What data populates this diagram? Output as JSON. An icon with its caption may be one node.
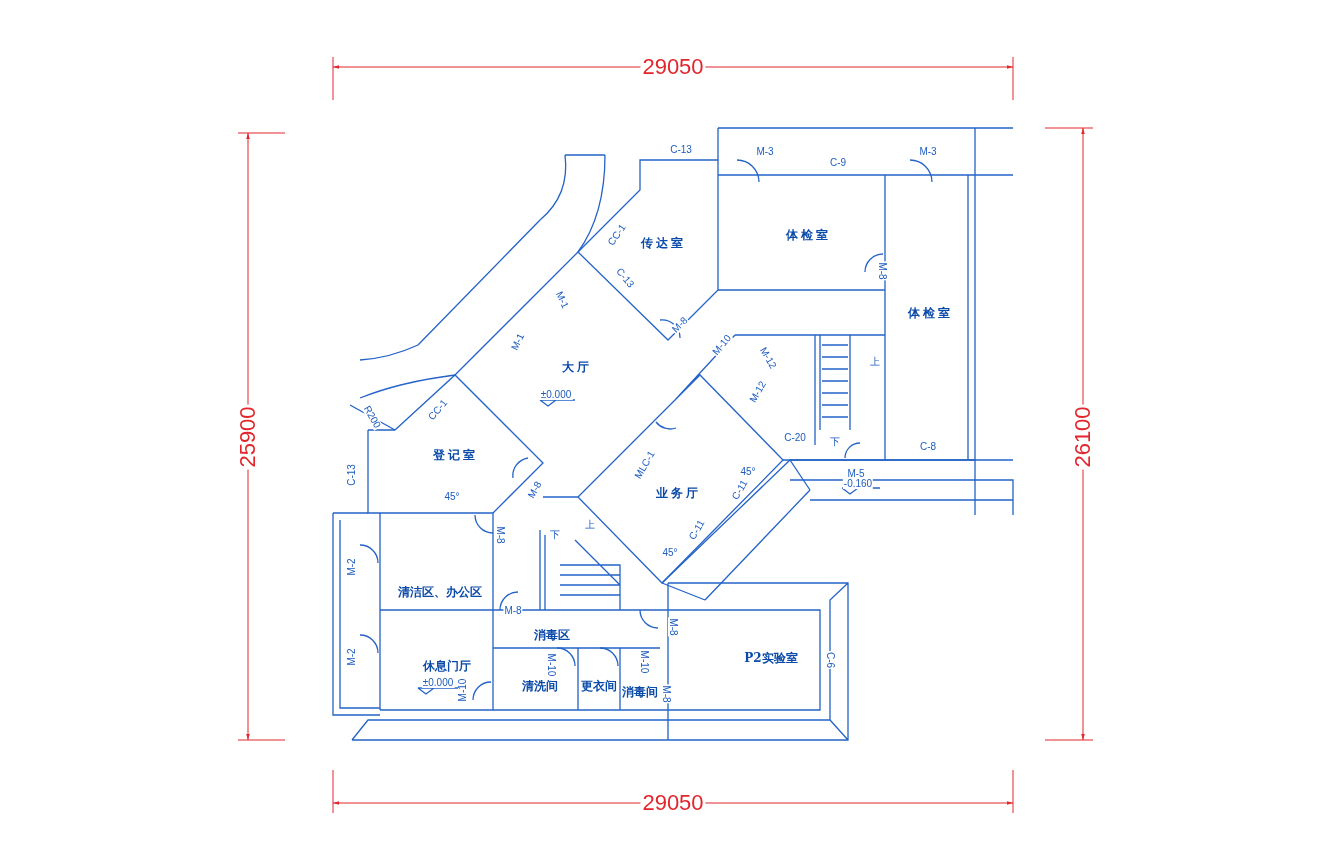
{
  "diagram": {
    "nodes": [
      {
        "text": [
          "传达室"
        ]
      },
      {
        "text": [
          "体检室"
        ]
      },
      {
        "text": [
          "体检室"
        ]
      },
      {
        "text": [
          "大厅"
        ]
      },
      {
        "text": [
          "登记室"
        ]
      },
      {
        "text": [
          "业务厅"
        ]
      },
      {
        "text": [
          "清洁区、办公区"
        ]
      },
      {
        "text": [
          "消毒区"
        ]
      },
      {
        "text": [
          "P2实验室"
        ]
      },
      {
        "text": [
          "休息门厅"
        ]
      },
      {
        "text": [
          "清洗间"
        ]
      },
      {
        "text": [
          "更衣间"
        ]
      },
      {
        "text": [
          "消毒间"
        ]
      }
    ],
    "edges": [],
    "labels": [
      "29050",
      "25900",
      "26100",
      "C-13",
      "M-3",
      "C-9",
      "M-3",
      "CC-1",
      "C-13",
      "M-1",
      "M-1",
      "M-8",
      "M-8",
      "±0.000",
      "M-10",
      "M-12",
      "M-12",
      "上",
      "R200",
      "CC-1",
      "C-20",
      "下",
      "M-5",
      "C-8",
      "-0.160",
      "MLC-1",
      "45°",
      "C-11",
      "C-13",
      "45°",
      "M-8",
      "M-8",
      "下",
      "上",
      "C-11",
      "45°",
      "M-2",
      "M-8",
      "M-8",
      "M-2",
      "M-10",
      "M-10",
      "C-6",
      "±0.000",
      "M-10",
      "M-8",
      "29050"
    ]
  }
}
